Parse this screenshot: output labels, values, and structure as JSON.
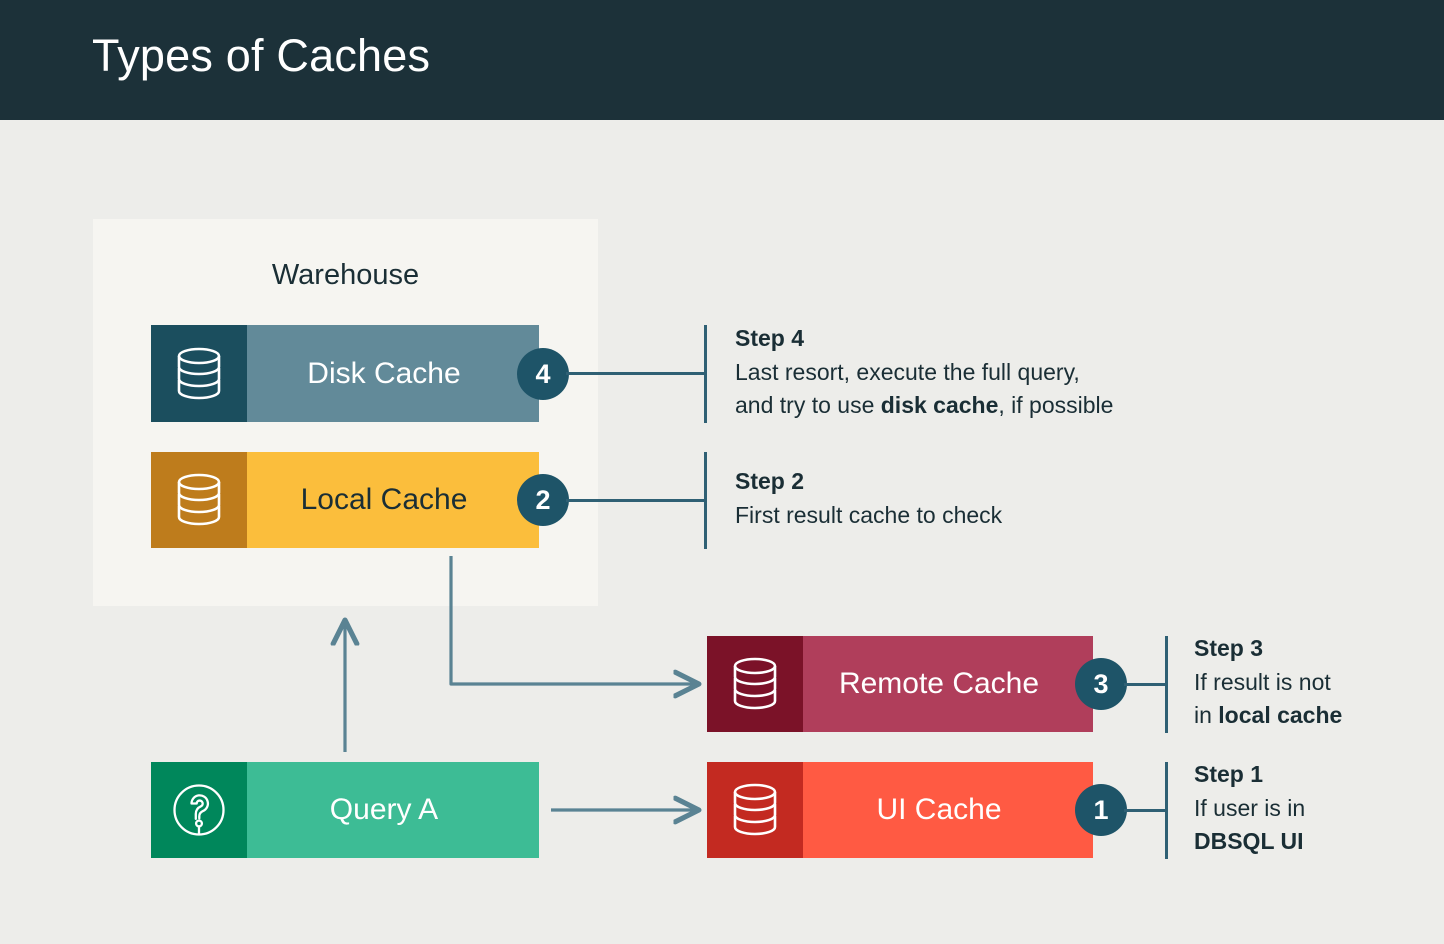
{
  "header": {
    "title": "Types of Caches",
    "bg_color": "#1C3139"
  },
  "page": {
    "background_color": "#EDEDEA"
  },
  "diagram": {
    "warehouse": {
      "label": "Warehouse",
      "panel_color": "#F6F5F1"
    },
    "nodes": [
      {
        "id": "disk-cache",
        "label": "Disk Cache",
        "icon": "database-icon",
        "body_color": "#628A99",
        "icon_block_color": "#1B4E5E",
        "text_color": "#FFFFFF",
        "badge": "4"
      },
      {
        "id": "local-cache",
        "label": "Local Cache",
        "icon": "database-icon",
        "body_color": "#FBBE3C",
        "icon_block_color": "#BE7C1C",
        "text_color": "#1A2E35",
        "badge": "2"
      },
      {
        "id": "remote-cache",
        "label": "Remote Cache",
        "icon": "database-icon",
        "body_color": "#B03E5B",
        "icon_block_color": "#7B1228",
        "text_color": "#FFFFFF",
        "badge": "3"
      },
      {
        "id": "ui-cache",
        "label": "UI Cache",
        "icon": "database-icon",
        "body_color": "#FF5A43",
        "icon_block_color": "#C32A21",
        "text_color": "#FFFFFF",
        "badge": "1"
      },
      {
        "id": "query-a",
        "label": "Query A",
        "icon": "question-circle-icon",
        "body_color": "#3DBC95",
        "icon_block_color": "#00875B",
        "text_color": "#FFFFFF",
        "badge": ""
      }
    ],
    "badges": {
      "one": "1",
      "two": "2",
      "three": "3",
      "four": "4",
      "circle_color": "#1E5468",
      "text_color": "#FFFFFF"
    },
    "connector_color": "#5A8393"
  },
  "annotations": [
    {
      "id": "step-4",
      "title": "Step 4",
      "line1_pre": "Last resort, execute the full query,",
      "line2_pre": "and try to use ",
      "line2_bold": "disk cache",
      "line2_post": ", if possible"
    },
    {
      "id": "step-2",
      "title": "Step 2",
      "line1_pre": "First result cache to check",
      "line2_pre": "",
      "line2_bold": "",
      "line2_post": ""
    },
    {
      "id": "step-3",
      "title": "Step 3",
      "line1_pre": "If result is not",
      "line2_pre": "in ",
      "line2_bold": "local cache",
      "line2_post": ""
    },
    {
      "id": "step-1",
      "title": "Step 1",
      "line1_pre": "If user is in",
      "line2_pre": "",
      "line2_bold": "DBSQL UI",
      "line2_post": ""
    }
  ]
}
